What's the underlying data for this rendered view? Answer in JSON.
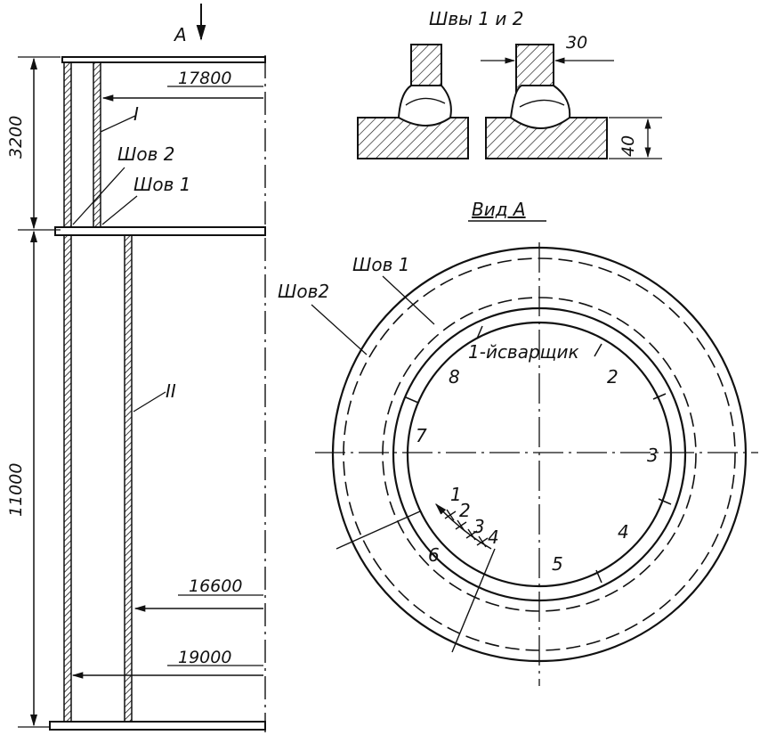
{
  "view_marker": "A",
  "elevation": {
    "height_upper": "3200",
    "height_lower": "11000",
    "diameter_upper": "17800",
    "diameter_lower_mid": "16600",
    "diameter_lower_base": "19000",
    "section_upper": "I",
    "section_lower": "II",
    "weld_2": "Шов 2",
    "weld_1": "Шов 1"
  },
  "weld_detail": {
    "title": "Швы 1 и 2",
    "width": "30",
    "thickness": "40"
  },
  "view_a": {
    "title": "Вид А",
    "weld_1": "Шов 1",
    "weld_2": "Шов2",
    "welder_label": "1-йсварщик",
    "positions": [
      "2",
      "3",
      "4",
      "5",
      "6",
      "7",
      "8"
    ],
    "sequence": [
      "1",
      "2",
      "3",
      "4"
    ]
  }
}
